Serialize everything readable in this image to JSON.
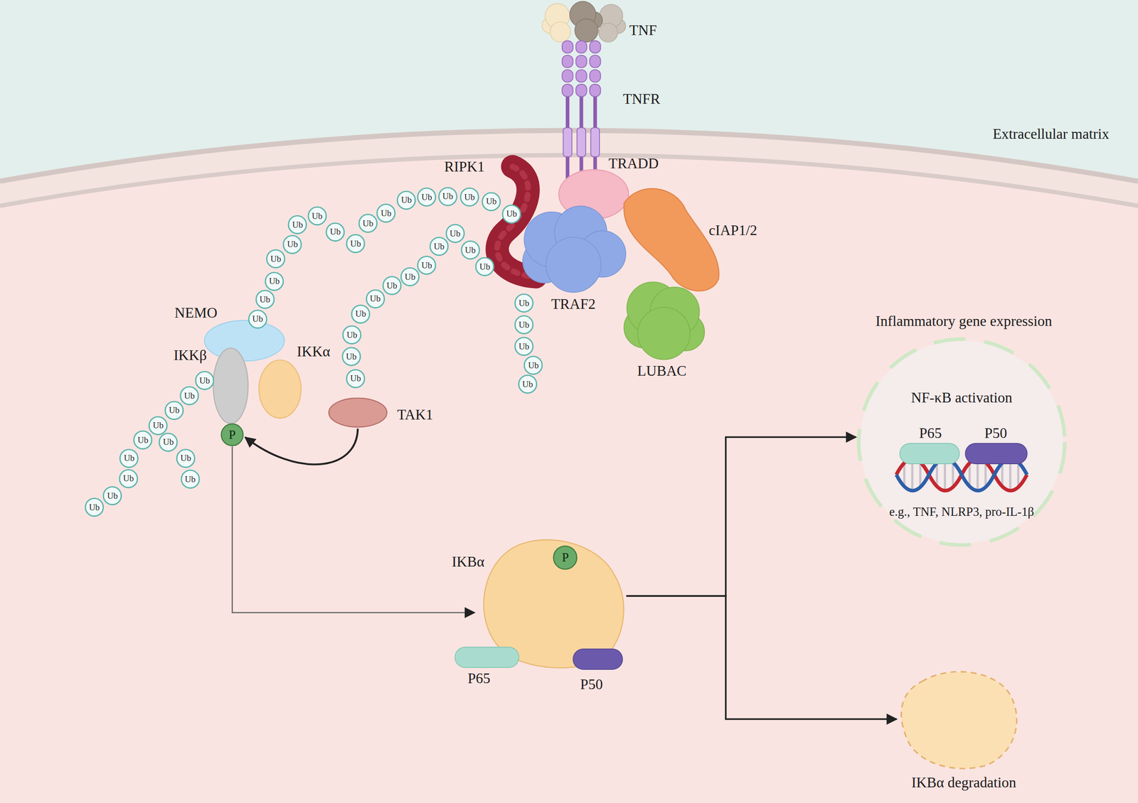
{
  "diagram": {
    "nodes": [
      {
        "text": [
          "TNF"
        ]
      },
      {
        "text": [
          "TNFR"
        ]
      },
      {
        "text": [
          "RIPK1"
        ]
      },
      {
        "text": [
          "TRADD"
        ]
      },
      {
        "text": [
          "cIAP1/2"
        ]
      },
      {
        "text": [
          "TRAF2"
        ]
      },
      {
        "text": [
          "LUBAC"
        ]
      },
      {
        "text": [
          "NEMO"
        ]
      },
      {
        "text": [
          "IKKβ"
        ]
      },
      {
        "text": [
          "IKKα"
        ]
      },
      {
        "text": [
          "P"
        ]
      },
      {
        "text": [
          "TAK1"
        ]
      },
      {
        "text": [
          "Inflammatory gene expression",
          "NF-κB activation",
          "e.g., TNF, NLRP3, pro-IL-1β"
        ]
      },
      {
        "text": [
          "P65"
        ],
        "in": 12
      },
      {
        "text": [
          "P50"
        ],
        "in": 12
      },
      {
        "text": [
          "IKBα"
        ]
      },
      {
        "text": [
          "P"
        ],
        "in": 15
      },
      {
        "text": [
          "P65"
        ]
      },
      {
        "text": [
          "P50"
        ]
      },
      {
        "text": [
          "IKBα degradation"
        ]
      },
      {
        "text": [
          "Ub"
        ]
      },
      {
        "text": [
          "Ub"
        ]
      },
      {
        "text": [
          "Ub"
        ]
      },
      {
        "text": [
          "Ub"
        ]
      },
      {
        "text": [
          "Ub"
        ]
      },
      {
        "text": [
          "Ub"
        ]
      },
      {
        "text": [
          "Ub"
        ]
      },
      {
        "text": [
          "Ub"
        ]
      },
      {
        "text": [
          "Ub"
        ]
      },
      {
        "text": [
          "Ub"
        ]
      },
      {
        "text": [
          "Ub"
        ]
      },
      {
        "text": [
          "Ub"
        ]
      },
      {
        "text": [
          "Ub"
        ]
      },
      {
        "text": [
          "Ub"
        ]
      },
      {
        "text": [
          "Ub"
        ]
      },
      {
        "text": [
          "Ub"
        ]
      },
      {
        "text": [
          "Ub"
        ]
      },
      {
        "text": [
          "Ub"
        ]
      },
      {
        "text": [
          "Ub"
        ]
      },
      {
        "text": [
          "Ub"
        ]
      },
      {
        "text": [
          "Ub"
        ]
      },
      {
        "text": [
          "Ub"
        ]
      },
      {
        "text": [
          "Ub"
        ]
      },
      {
        "text": [
          "Ub"
        ]
      },
      {
        "text": [
          "Ub"
        ]
      },
      {
        "text": [
          "Ub"
        ]
      },
      {
        "text": [
          "Ub"
        ]
      },
      {
        "text": [
          "Ub"
        ]
      },
      {
        "text": [
          "Ub"
        ]
      },
      {
        "text": [
          "Ub"
        ]
      },
      {
        "text": [
          "Ub"
        ]
      },
      {
        "text": [
          "Ub"
        ]
      },
      {
        "text": [
          "Ub"
        ]
      },
      {
        "text": [
          "Ub"
        ]
      },
      {
        "text": [
          "Ub"
        ]
      },
      {
        "text": [
          "Ub"
        ]
      },
      {
        "text": [
          "Ub"
        ]
      },
      {
        "text": [
          "Ub"
        ]
      },
      {
        "text": [
          "Ub"
        ]
      },
      {
        "text": [
          "Ub"
        ]
      },
      {
        "text": [
          "Ub"
        ]
      },
      {
        "text": [
          "Ub"
        ]
      },
      {
        "text": [
          "Ub"
        ]
      },
      {
        "text": [
          "Ub"
        ]
      },
      {
        "text": [
          "Ub"
        ]
      },
      {
        "text": [
          "Ub"
        ]
      }
    ],
    "edges": [
      {
        "from": 11,
        "to": 10,
        "arrow": "to"
      },
      {
        "from": 10,
        "to": 15,
        "arrow": "to"
      },
      {
        "from": 15,
        "to": 12,
        "arrow": "to"
      },
      {
        "from": 15,
        "to": 19,
        "arrow": "to"
      }
    ],
    "labels": [
      "Extracellular matrix"
    ]
  }
}
